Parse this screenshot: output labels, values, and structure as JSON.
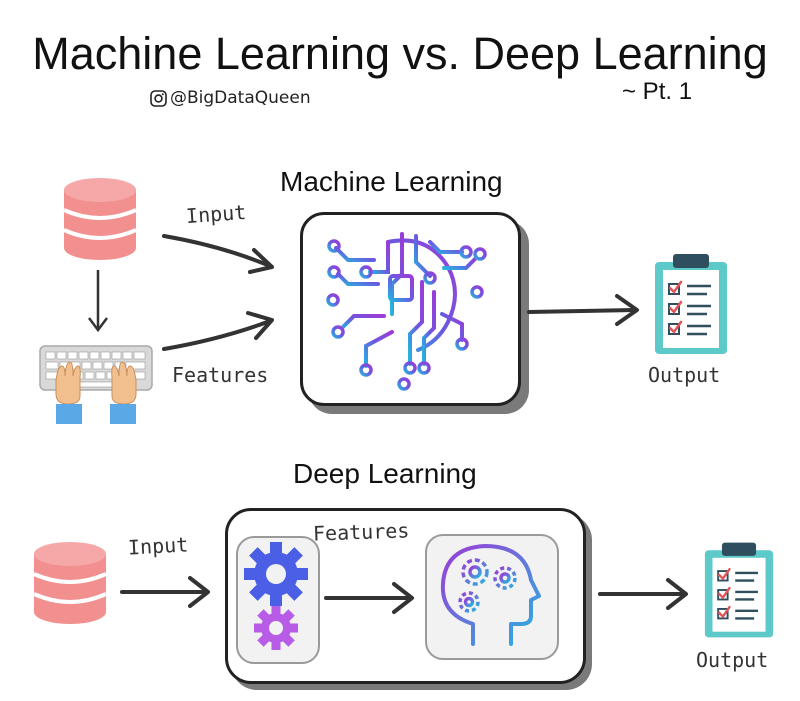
{
  "title": "Machine Learning vs. Deep Learning",
  "handle": "@BigDataQueen",
  "part": "~ Pt. 1",
  "machine_learning": {
    "title": "Machine Learning",
    "input_label": "Input",
    "features_label": "Features",
    "output_label": "Output",
    "icons": [
      "database-icon",
      "keyboard-hands-icon",
      "circuit-brain-icon",
      "clipboard-checklist-icon"
    ]
  },
  "deep_learning": {
    "title": "Deep Learning",
    "input_label": "Input",
    "features_label": "Features",
    "output_label": "Output",
    "icons": [
      "database-icon",
      "gears-icon",
      "gear-head-icon",
      "clipboard-checklist-icon"
    ]
  },
  "colors": {
    "database": "#f28f8f",
    "arrow": "#333333",
    "gear_blue": "#4a5ee6",
    "gear_purple": "#b65ce6",
    "clipboard_teal": "#5ec9c9",
    "clipboard_clip": "#2f4f5f",
    "check_red": "#e05555",
    "skin": "#f2c08f",
    "sleeve": "#5aa9e6",
    "brain_gradient_start": "#9d3bd6",
    "brain_gradient_end": "#27b3e0"
  }
}
